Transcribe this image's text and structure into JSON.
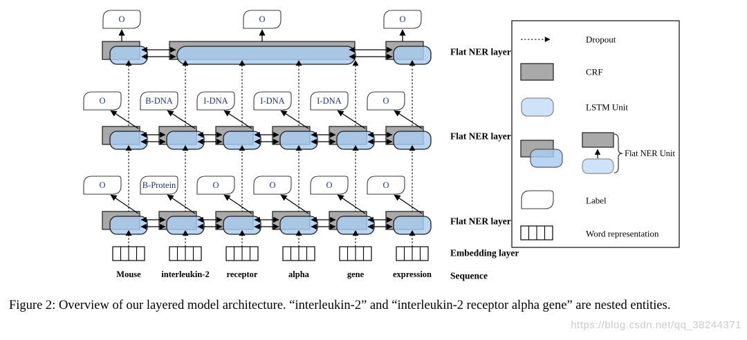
{
  "caption": "Figure 2: Overview of our layered model architecture. “interleukin-2” and “interleukin-2 receptor alpha gene” are nested entities.",
  "watermark": "https://blog.csdn.net/qq_38244371",
  "diagram": {
    "sequence_words": [
      "Mouse",
      "interleukin-2",
      "receptor",
      "alpha",
      "gene",
      "expression"
    ],
    "layer1_labels": [
      "O",
      "B-Protein",
      "O",
      "O",
      "O",
      "O"
    ],
    "layer2_labels": [
      "O",
      "B-DNA",
      "I-DNA",
      "I-DNA",
      "I-DNA",
      "O"
    ],
    "layer3_labels": [
      "O",
      "O",
      "O"
    ],
    "layer_annotations": {
      "flat_ner_top": "Flat NER layer",
      "flat_ner_mid": "Flat NER layer",
      "flat_ner_bottom": "Flat NER layer",
      "embedding": "Embedding layer",
      "sequence": "Sequence"
    },
    "legend": {
      "dropout": "Dropout",
      "crf": "CRF",
      "lstm": "LSTM Unit",
      "flat_ner_unit": "Flat NER Unit",
      "label": "Label",
      "word_representation": "Word representation"
    },
    "colors": {
      "crf_fill": "#a9a9a9",
      "lstm_fill": "#a8cdf0",
      "lstm_legend_fill": "#cfe3f8",
      "label_text": "#1b3280",
      "line": "#000000"
    }
  }
}
